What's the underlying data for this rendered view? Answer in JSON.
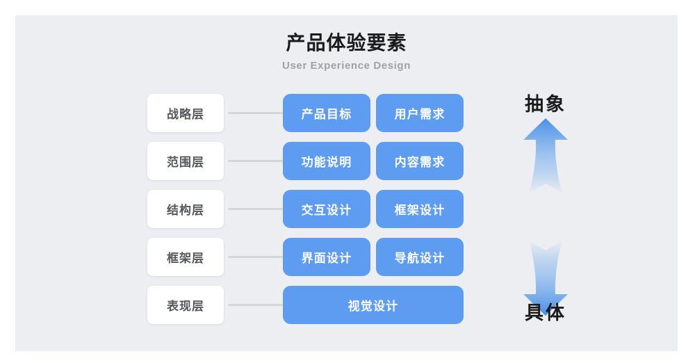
{
  "header": {
    "title": "产品体验要素",
    "subtitle": "User Experience Design"
  },
  "colors": {
    "canvas_background": "#eceef2",
    "page_background": "#ffffff",
    "box_blue": "#5d9cf0",
    "chip_white": "#ffffff",
    "chip_text": "#55585e",
    "connector_gray": "#d3d5da",
    "title_black": "#1b1b1b",
    "subtitle_gray": "#9ea1a8",
    "arrow_blue": "#4a90e8"
  },
  "diagram": {
    "rows": [
      {
        "layer_label": "战略层",
        "boxes": [
          {
            "label": "产品目标",
            "span": "half"
          },
          {
            "label": "用户需求",
            "span": "half"
          }
        ]
      },
      {
        "layer_label": "范围层",
        "boxes": [
          {
            "label": "功能说明",
            "span": "half"
          },
          {
            "label": "内容需求",
            "span": "half"
          }
        ]
      },
      {
        "layer_label": "结构层",
        "boxes": [
          {
            "label": "交互设计",
            "span": "half"
          },
          {
            "label": "框架设计",
            "span": "half"
          }
        ]
      },
      {
        "layer_label": "框架层",
        "boxes": [
          {
            "label": "界面设计",
            "span": "half"
          },
          {
            "label": "导航设计",
            "span": "half"
          }
        ]
      },
      {
        "layer_label": "表现层",
        "boxes": [
          {
            "label": "视觉设计",
            "span": "full"
          }
        ]
      }
    ]
  },
  "axis": {
    "top_label": "抽象",
    "bottom_label": "具体",
    "up_arrow_icon": "arrow-up-icon",
    "down_arrow_icon": "arrow-down-icon"
  }
}
